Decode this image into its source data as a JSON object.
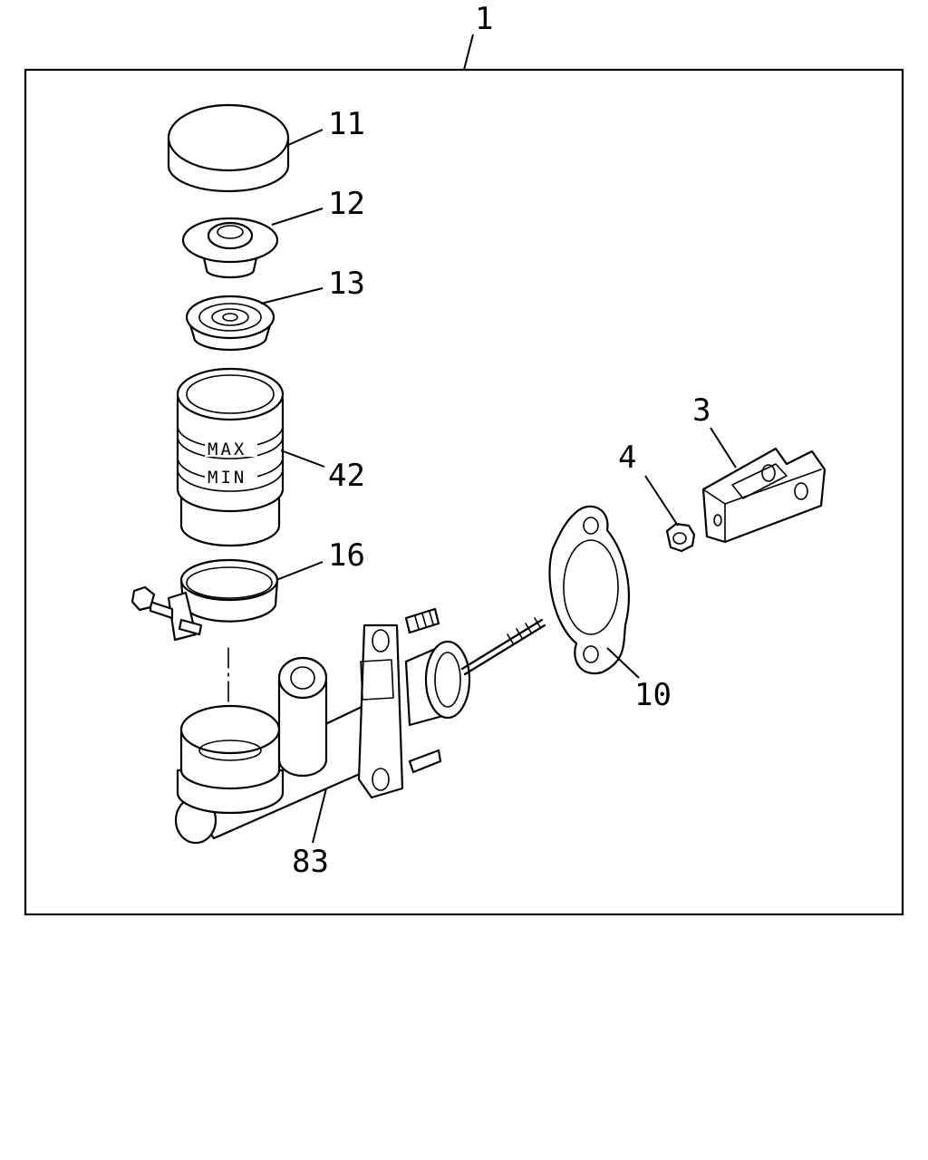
{
  "callouts": {
    "assembly": "1",
    "cap": "11",
    "diaphragm": "12",
    "seal": "13",
    "reservoir": "42",
    "band": "16",
    "gasket": "10",
    "nut": "4",
    "clevis": "3",
    "cylinder": "83"
  },
  "reservoir_marks": {
    "max": "MAX",
    "min": "MIN"
  }
}
